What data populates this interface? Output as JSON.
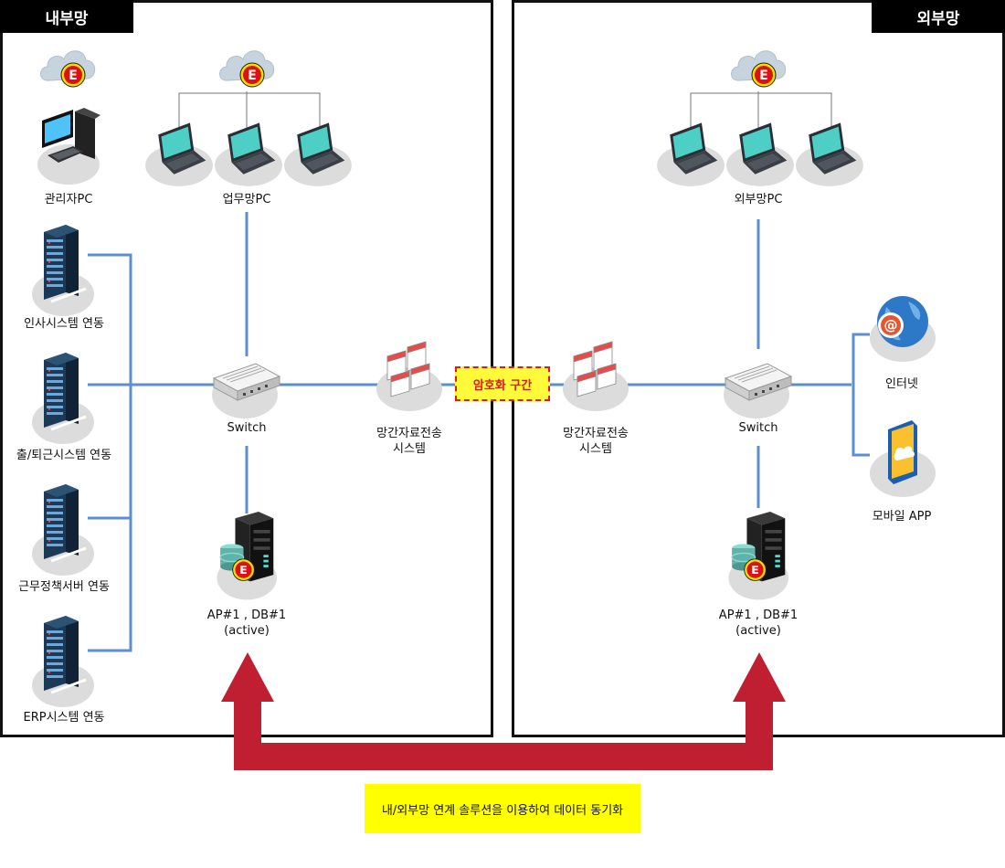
{
  "diagram": {
    "internal": {
      "title": "내부망",
      "admin_pc": "관리자PC",
      "work_pc": "업무망PC",
      "hr_link": "인사시스템 연동",
      "attendance_link": "출/퇴근시스템 연동",
      "work_policy_link": "근무정책서버 연동",
      "erp_link": "ERP시스템 연동",
      "switch": "Switch",
      "transfer_system": "망간자료전송\n시스템",
      "server": "AP#1 , DB#1\n(active)"
    },
    "external": {
      "title": "외부망",
      "ext_pc": "외부망PC",
      "internet": "인터넷",
      "mobile_app": "모바일 APP",
      "switch": "Switch",
      "transfer_system": "망간자료전송\n시스템",
      "server": "AP#1 , DB#1\n(active)"
    },
    "encryption_zone": "암호화 구간",
    "sync_note": "내/외부망 연계 솔루션을 이용하여 데이터 동기화",
    "icon_badge_letter": "E",
    "colors": {
      "link_line": "#5b8fd0",
      "arrow": "#c01f32",
      "encryption_fill": "#fffb3a",
      "encryption_border": "#e01818",
      "note_fill": "#ffff00",
      "panel_border": "#111111",
      "laptop_screen": "#4dcfc6",
      "server_body": "#1c3a57",
      "globe": "#2e79c7"
    }
  }
}
